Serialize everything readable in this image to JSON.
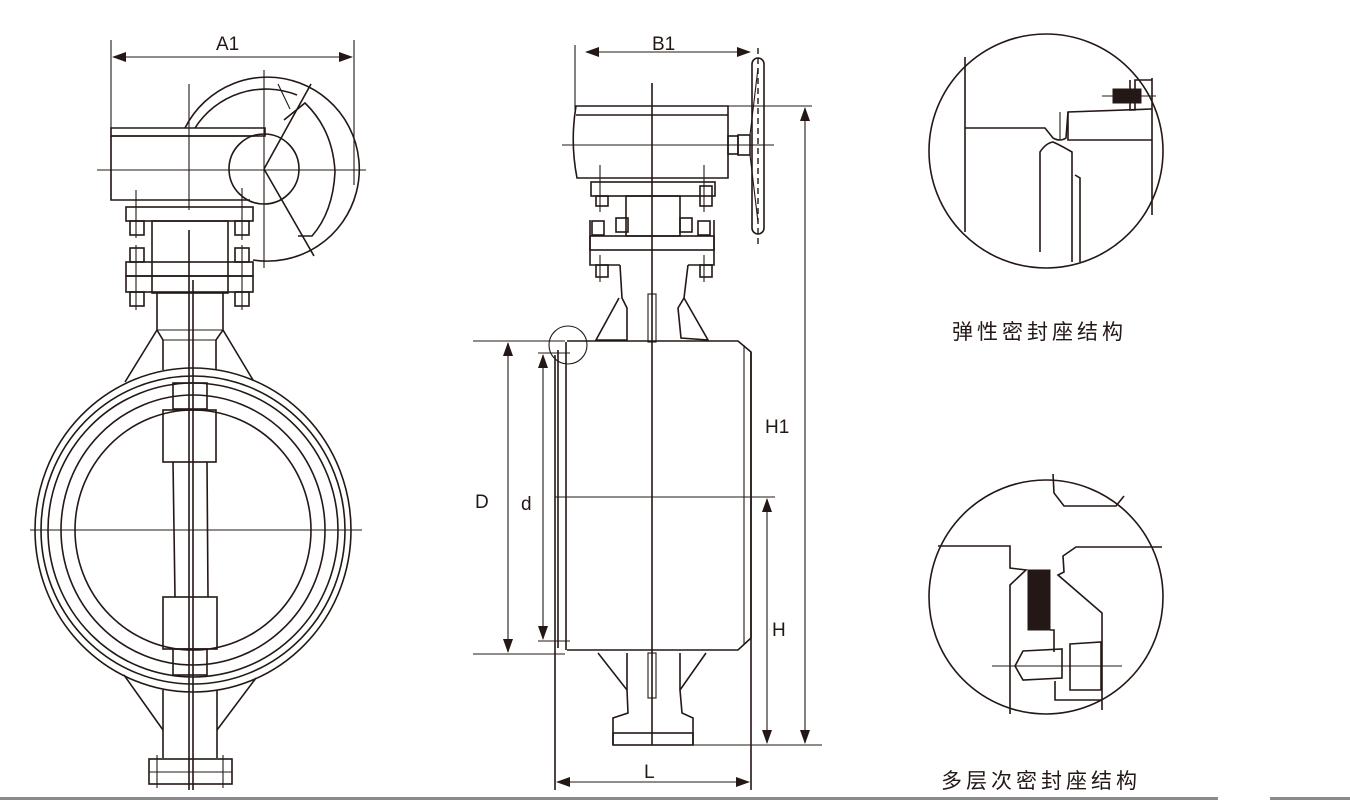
{
  "diagram": {
    "subject": "butterfly valve with worm gear operator",
    "colors": {
      "line": "#231815",
      "background": "#ffffff",
      "rule": "#8a8a8a"
    },
    "front_view": {
      "dimensions": {
        "width_label": "A1"
      }
    },
    "side_view": {
      "dimensions": {
        "top_width_label": "B1",
        "total_height_label": "H1",
        "center_height_label": "H",
        "outer_diameter_label": "D",
        "inner_diameter_label": "d",
        "face_length_label": "L"
      }
    },
    "details": [
      {
        "id": "elastic-seal",
        "caption": "弹性密封座结构"
      },
      {
        "id": "multilayer-seal",
        "caption": "多层次密封座结构"
      }
    ]
  }
}
